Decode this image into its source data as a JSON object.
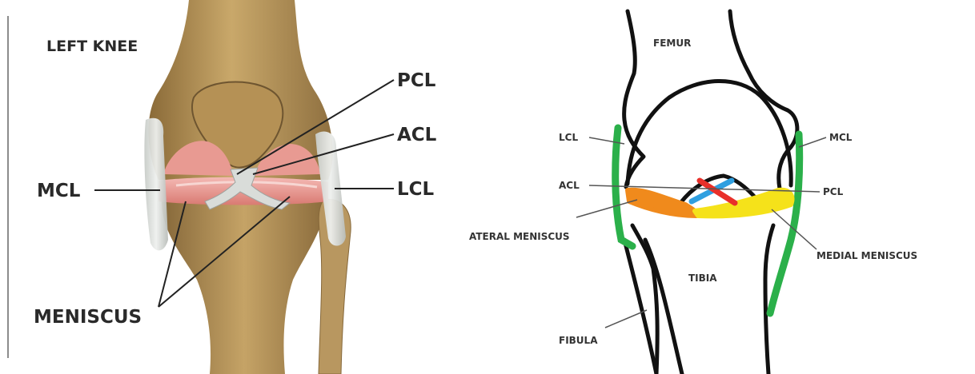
{
  "left_diagram": {
    "title": "LEFT KNEE",
    "labels": {
      "pcl": "PCL",
      "acl": "ACL",
      "mcl": "MCL",
      "lcl": "LCL",
      "meniscus": "MENISCUS"
    }
  },
  "right_diagram": {
    "labels": {
      "femur": "FEMUR",
      "lcl": "LCL",
      "mcl": "MCL",
      "acl": "ACL",
      "pcl": "PCL",
      "lateral_meniscus": "ATERAL MENISCUS",
      "medial_meniscus": "MEDIAL MENISCUS",
      "tibia": "TIBIA",
      "fibula": "FIBULA"
    },
    "colors": {
      "outline": "#111111",
      "collateral_ligaments": "#2bb04a",
      "acl": "#e8302a",
      "pcl": "#2f9fe0",
      "lateral_meniscus": "#f08a1c",
      "medial_meniscus": "#f5e21a"
    }
  }
}
